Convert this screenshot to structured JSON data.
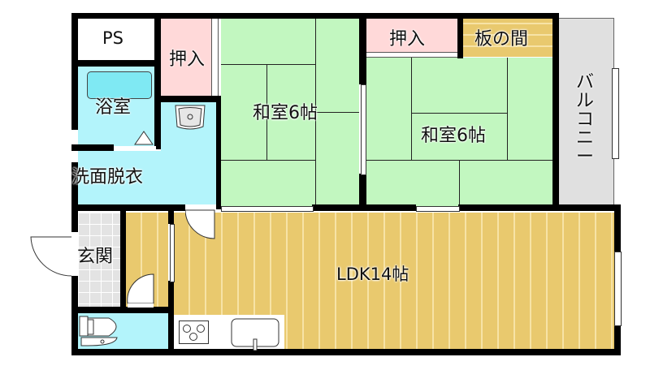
{
  "floorplan": {
    "rooms": {
      "ps": {
        "label": "PS",
        "color": "#ffffff"
      },
      "closet_left": {
        "label": "押入",
        "color": "#ffd9d9"
      },
      "bath": {
        "label": "浴室",
        "color": "#b3f4fb"
      },
      "washroom": {
        "label": "洗面脱衣",
        "color": "#b3f4fb"
      },
      "washitsu_left": {
        "label": "和室6帖",
        "color": "#c2f7c0"
      },
      "closet_right": {
        "label": "押入",
        "color": "#ffd9d9"
      },
      "wooden_floor": {
        "label": "板の間",
        "color": "#e9c96e"
      },
      "washitsu_right": {
        "label": "和室6帖",
        "color": "#c2f7c0"
      },
      "balcony": {
        "label": "バルコニー",
        "color": "#e0e0e0"
      },
      "entrance": {
        "label": "玄関",
        "color": "#e3e3e3"
      },
      "ldk": {
        "label": "LDK14帖",
        "color": "#e9c96e"
      },
      "toilet": {
        "label": "",
        "color": "#b3f4fb"
      }
    },
    "fixtures": [
      "bathtub-icon",
      "sink-icon",
      "toilet-icon",
      "stove-icon",
      "kitchen-sink-icon",
      "door-icon",
      "window-icon"
    ]
  }
}
